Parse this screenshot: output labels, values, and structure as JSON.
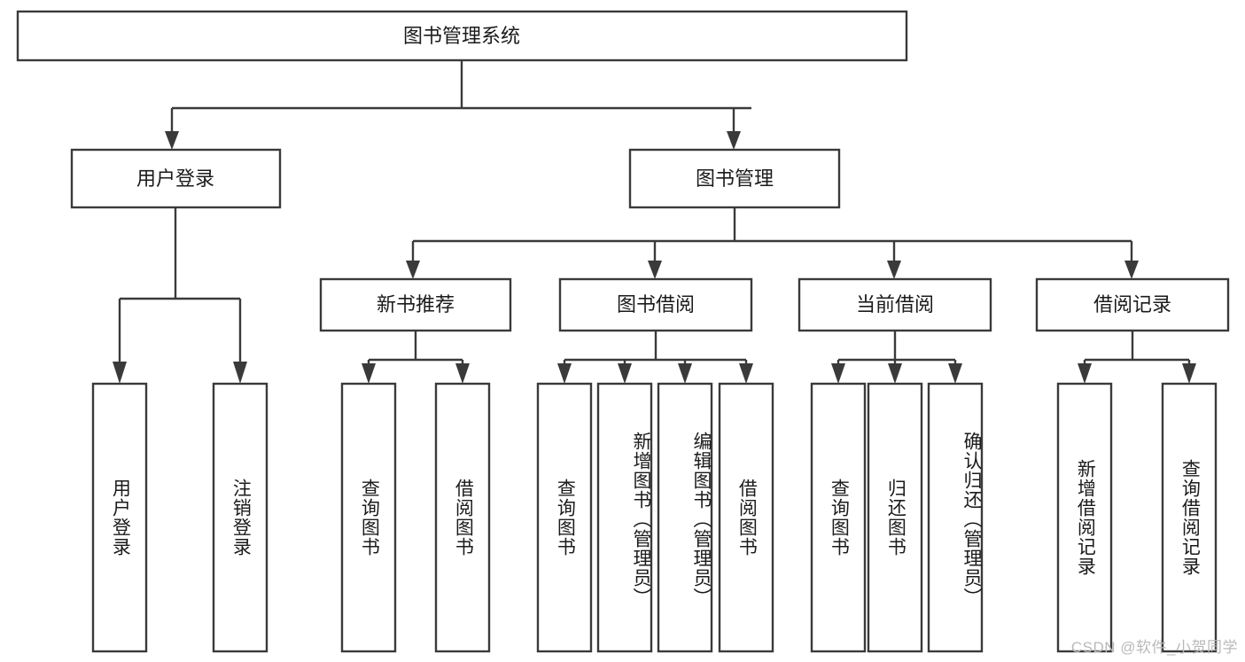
{
  "diagram": {
    "title": "图书管理系统",
    "type": "tree-hierarchy",
    "watermark": "CSDN @软件_小贺同学",
    "root": {
      "label": "图书管理系统"
    },
    "level1": [
      {
        "label": "用户登录"
      },
      {
        "label": "图书管理"
      }
    ],
    "level2": [
      {
        "label": "新书推荐"
      },
      {
        "label": "图书借阅"
      },
      {
        "label": "当前借阅"
      },
      {
        "label": "借阅记录"
      }
    ],
    "leaves": {
      "user_login": [
        {
          "label": "用户登录"
        },
        {
          "label": "注销登录"
        }
      ],
      "new_book_recommend": [
        {
          "label": "查询图书"
        },
        {
          "label": "借阅图书"
        }
      ],
      "book_borrow": [
        {
          "label": "查询图书"
        },
        {
          "label": "新增图书（管理员）"
        },
        {
          "label": "编辑图书（管理员）"
        },
        {
          "label": "借阅图书"
        }
      ],
      "current_borrow": [
        {
          "label": "查询图书"
        },
        {
          "label": "归还图书"
        },
        {
          "label": "确认归还（管理员）"
        }
      ],
      "borrow_records": [
        {
          "label": "新增借阅记录"
        },
        {
          "label": "查询借阅记录"
        }
      ]
    },
    "colors": {
      "stroke": "#3a3a3a",
      "fill": "#ffffff",
      "text": "#1b1b1b",
      "watermark": "#b9b9b9"
    }
  }
}
